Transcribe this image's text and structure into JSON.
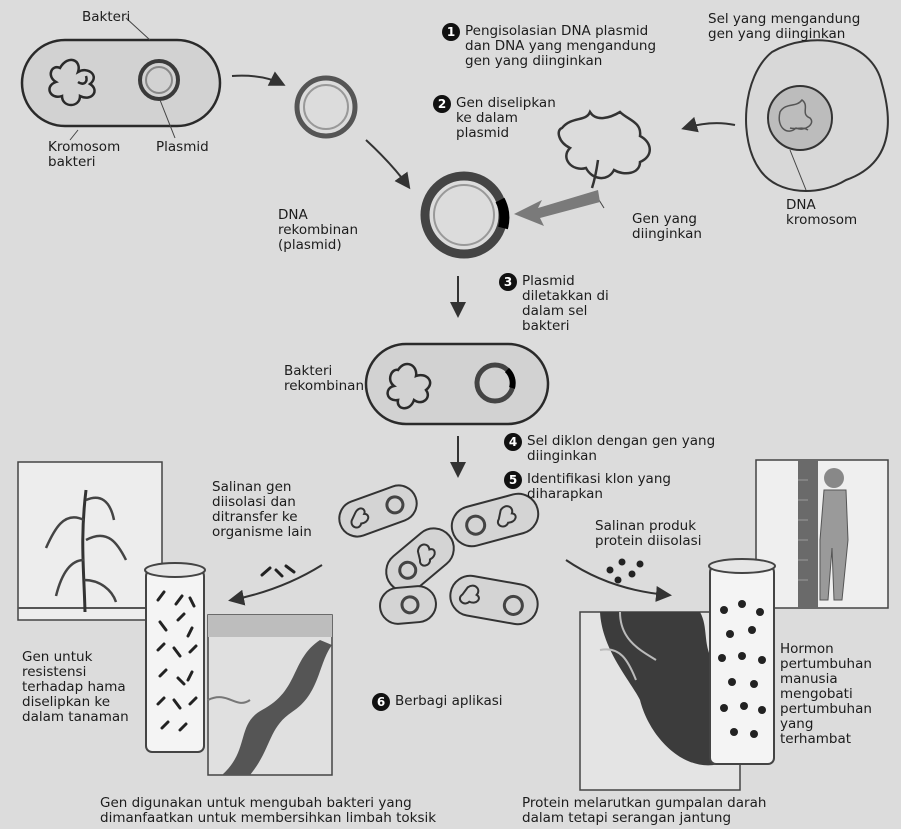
{
  "labels": {
    "bakteri": "Bakteri",
    "kromosom_bakteri": "Kromosom\nbakteri",
    "plasmid": "Plasmid",
    "sel_gen": "Sel yang mengandung\ngen yang diinginkan",
    "dna_rekombinan": "DNA\nrekombinan\n(plasmid)",
    "gen_yang_diinginkan": "Gen yang\ndiinginkan",
    "dna_kromosom": "DNA\nkromosom",
    "bakteri_rekombinan": "Bakteri\nrekombinan",
    "salinan_gen": "Salinan gen\ndiisolasi dan\nditransfer ke\norganisme lain",
    "salinan_protein": "Salinan produk\nprotein diisolasi",
    "gen_resistensi": "Gen untuk\nresistensi\nterhadap hama\ndiselipkan ke\ndalam tanaman",
    "hormon": "Hormon\npertumbuhan\nmanusia\nmengobati\npertumbuhan\nyang\nterhambat",
    "gen_bakteri_limbah": "Gen digunakan untuk mengubah bakteri yang\ndimanfaatkan untuk membersihkan limbah toksik",
    "protein_darah": "Protein melarutkan gumpalan darah\ndalam tetapi serangan jantung"
  },
  "steps": [
    {
      "num": "1",
      "text": "Pengisolasian DNA plasmid\ndan DNA yang mengandung\ngen yang diinginkan"
    },
    {
      "num": "2",
      "text": "Gen diselipkan\nke dalam\nplasmid"
    },
    {
      "num": "3",
      "text": "Plasmid\ndiletakkan di\ndalam sel\nbakteri"
    },
    {
      "num": "4",
      "text": "Sel diklon dengan gen yang\ndiinginkan"
    },
    {
      "num": "5",
      "text": "Identifikasi klon yang\ndiharapkan"
    },
    {
      "num": "6",
      "text": "Berbagi aplikasi"
    }
  ]
}
